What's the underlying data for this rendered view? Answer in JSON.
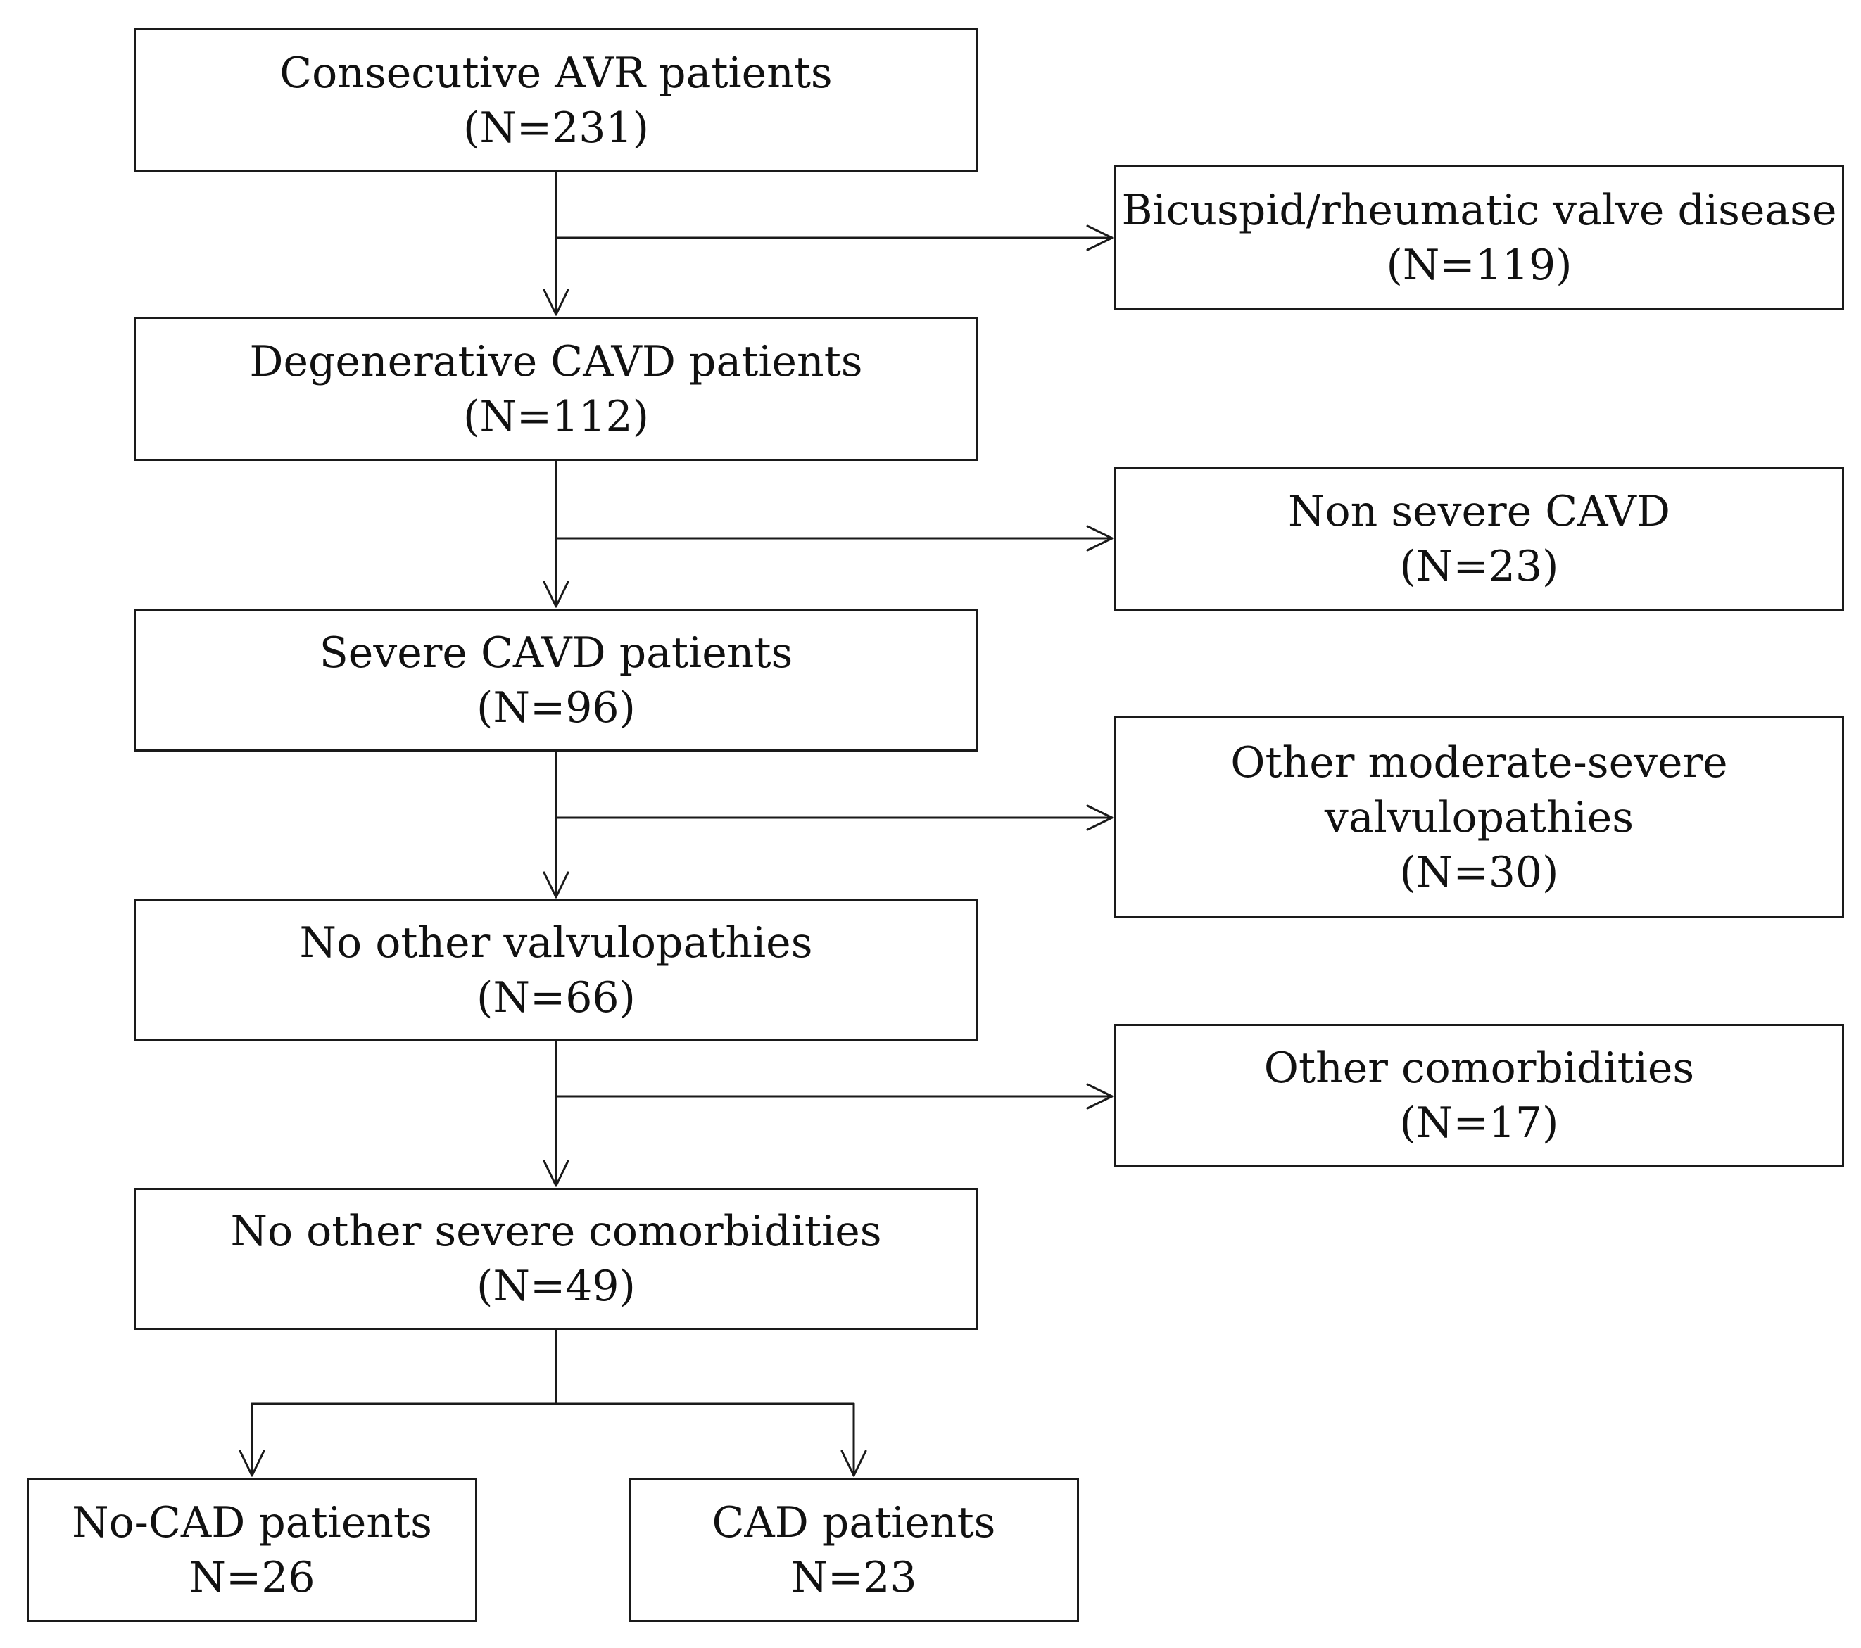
{
  "main_flow": {
    "consecutive": {
      "line1": "Consecutive AVR patients",
      "line2": "(N=231)"
    },
    "degenerative": {
      "line1": "Degenerative CAVD patients",
      "line2": "(N=112)"
    },
    "severe": {
      "line1": "Severe CAVD patients",
      "line2": "(N=96)"
    },
    "no_other_valv": {
      "line1": "No other valvulopathies",
      "line2": "(N=66)"
    },
    "no_other_comorb": {
      "line1": "No other severe comorbidities",
      "line2": "(N=49)"
    }
  },
  "exclusions": {
    "bicuspid": {
      "line1": "Bicuspid/rheumatic valve disease",
      "line2": "(N=119)"
    },
    "non_severe": {
      "line1": "Non severe CAVD",
      "line2": "(N=23)"
    },
    "other_valv": {
      "line1": "Other moderate-severe",
      "line2": "valvulopathies",
      "line3": "(N=30)"
    },
    "other_comorb": {
      "line1": "Other comorbidities",
      "line2": "(N=17)"
    }
  },
  "groups": {
    "no_cad": {
      "line1": "No-CAD patients",
      "line2": "N=26"
    },
    "cad": {
      "line1": "CAD patients",
      "line2": "N=23"
    }
  }
}
